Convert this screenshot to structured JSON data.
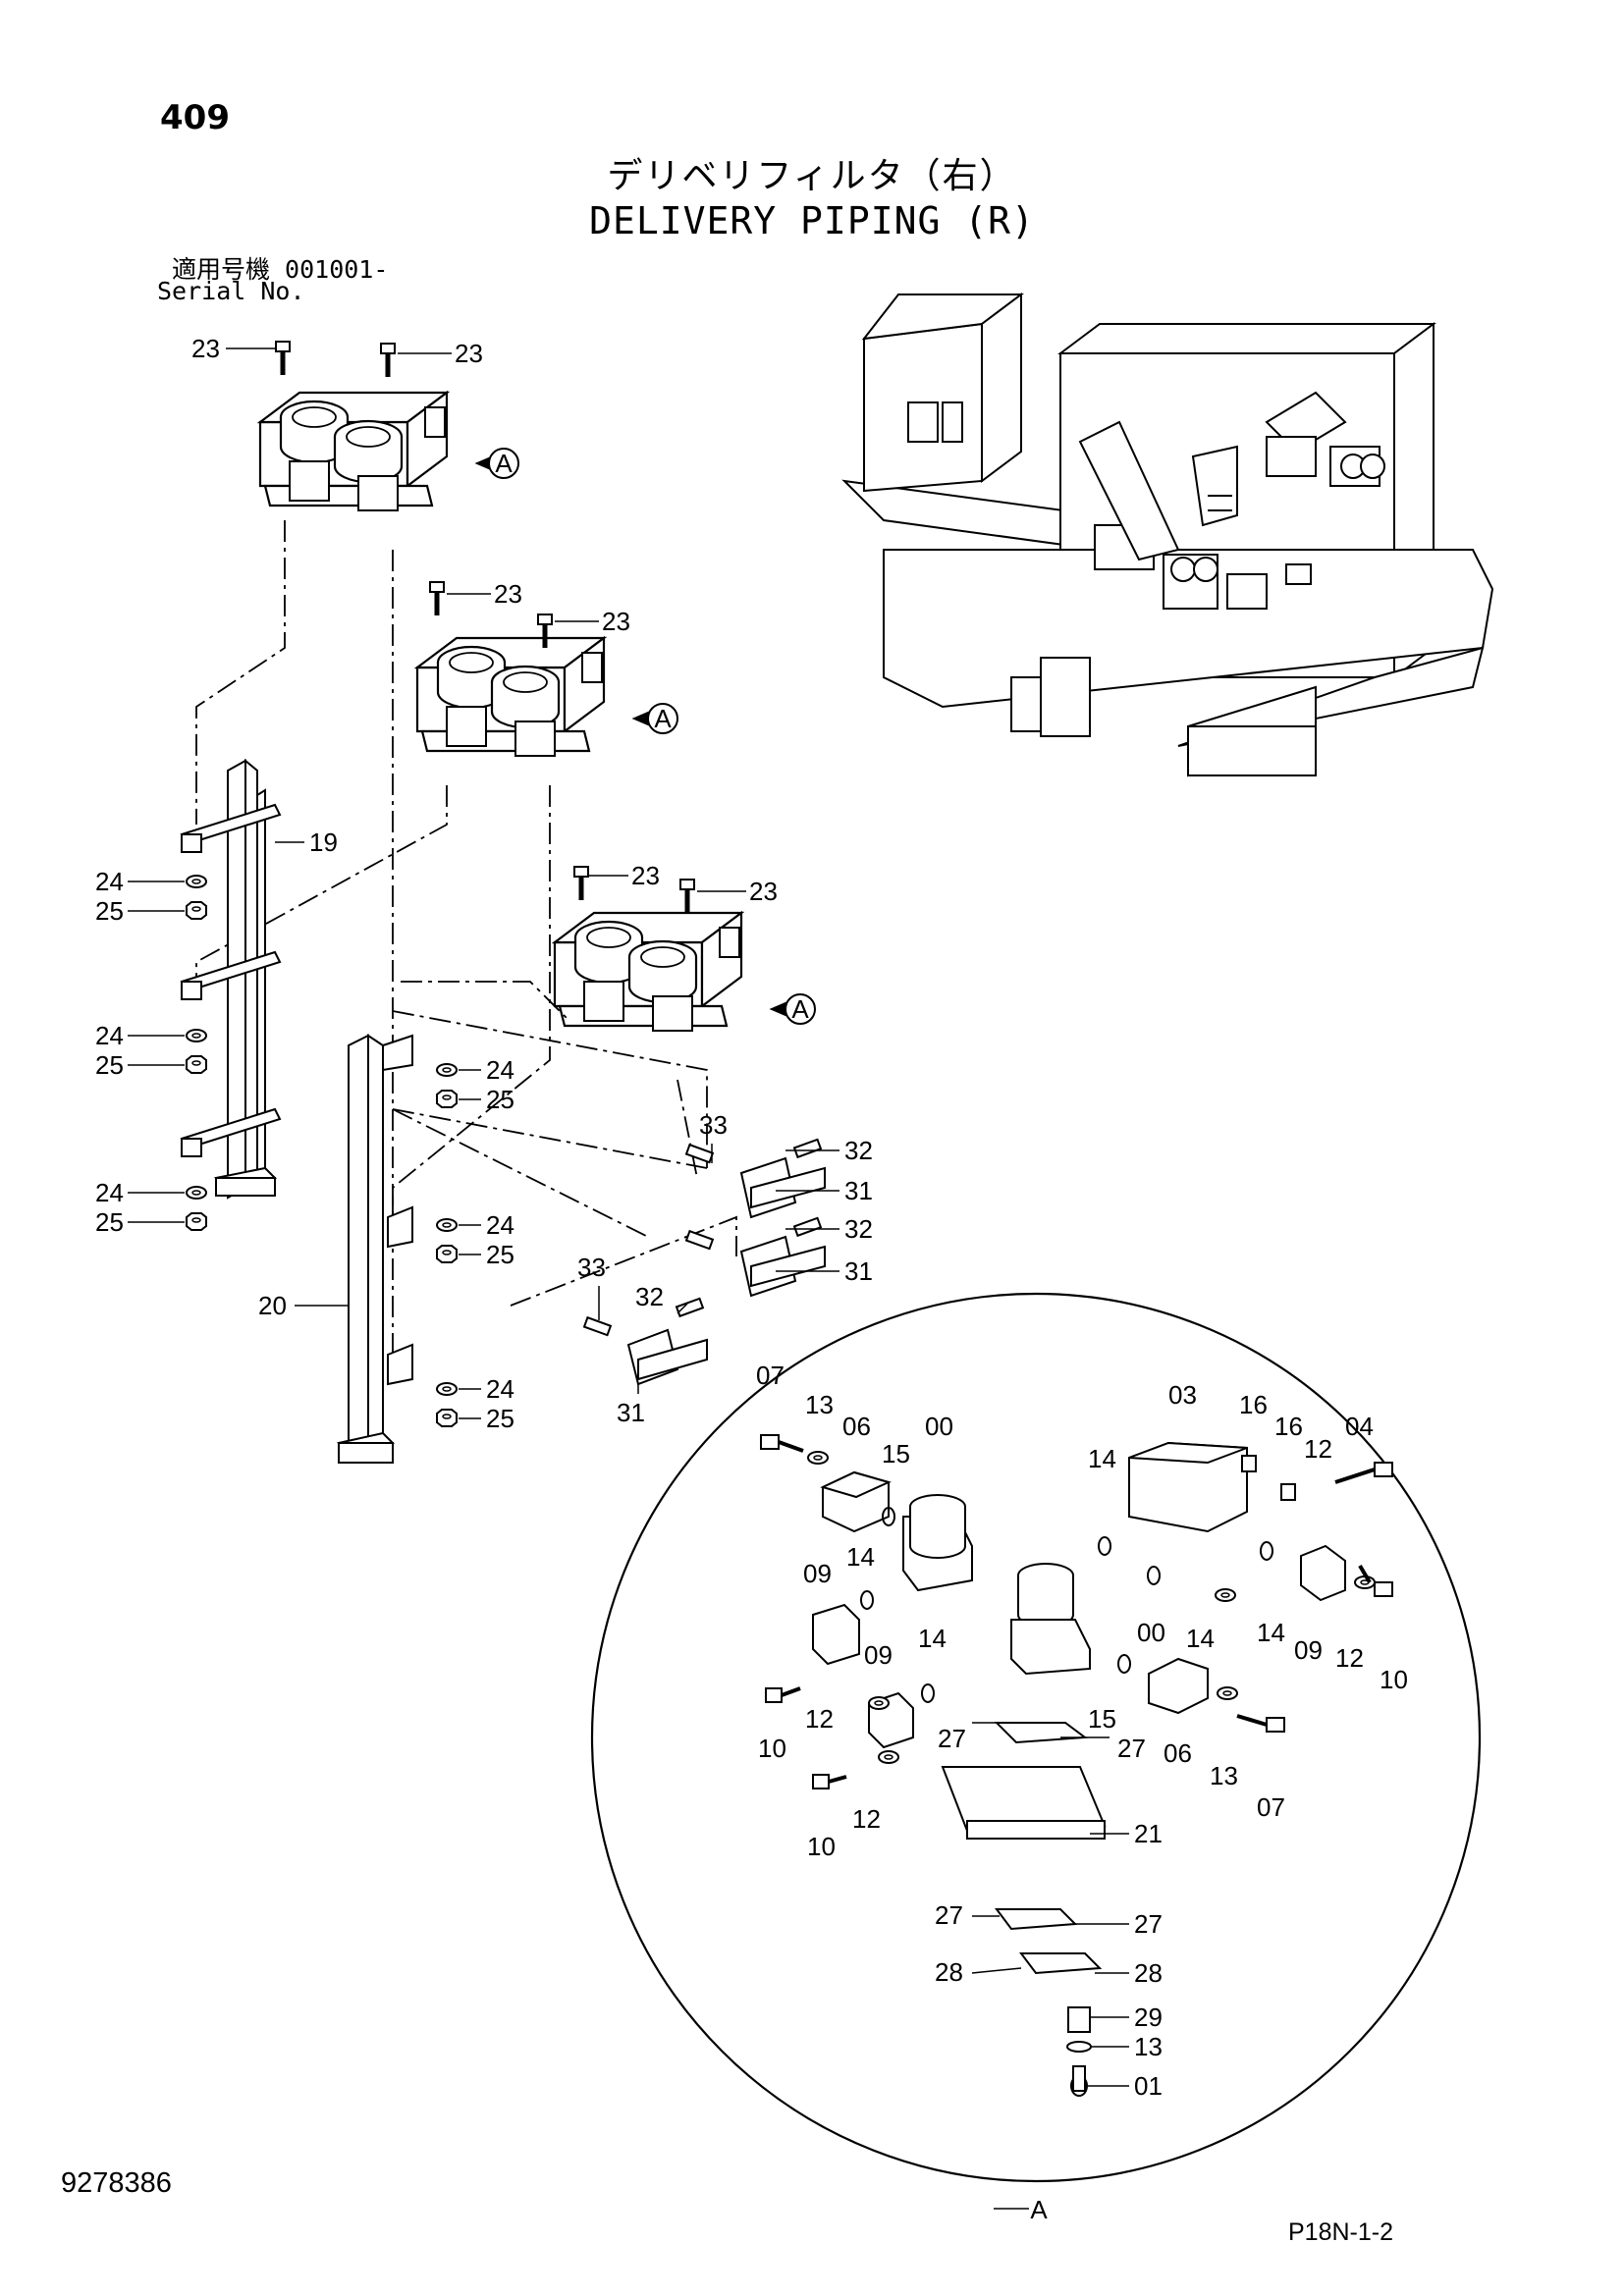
{
  "header": {
    "page_number": "409",
    "title_jp": "デリベリフィルタ（右）",
    "title_en": "DELIVERY PIPING (R)",
    "serial_jp": "適用号機  001001-",
    "serial_en": "Serial No."
  },
  "footer": {
    "document_code": "9278386",
    "page_code": "P18N-1-2"
  },
  "detail": {
    "view_marker": "A",
    "callout_marker": "A"
  },
  "callouts": {
    "c23": "23",
    "c19": "19",
    "c20": "20",
    "c24": "24",
    "c25": "25",
    "c31": "31",
    "c32": "32",
    "c33": "33",
    "d07": "07",
    "d13": "13",
    "d06": "06",
    "d15": "15",
    "d00": "00",
    "d03": "03",
    "d16": "16",
    "d12": "12",
    "d04": "04",
    "d14": "14",
    "d09": "09",
    "d10": "10",
    "d27": "27",
    "d21": "21",
    "d28": "28",
    "d29": "29",
    "d01": "01"
  }
}
